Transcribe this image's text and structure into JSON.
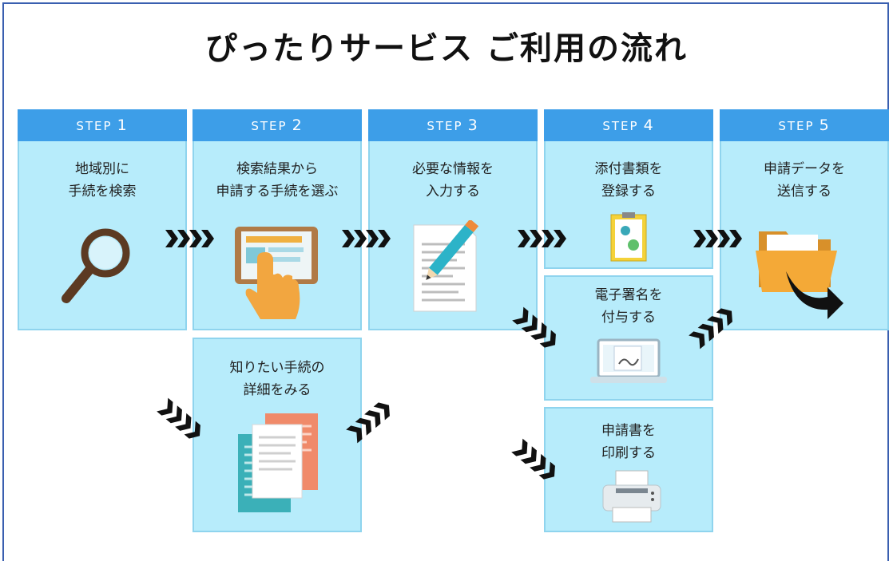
{
  "title": "ぴったりサービス ご利用の流れ",
  "step_prefix": "STEP",
  "steps": [
    {
      "num": "1",
      "line1": "地域別に",
      "line2": "手続を検索"
    },
    {
      "num": "2",
      "line1": "検索結果から",
      "line2": "申請する手続を選ぶ"
    },
    {
      "num": "3",
      "line1": "必要な情報を",
      "line2": "入力する"
    },
    {
      "num": "4",
      "line1": "添付書類を",
      "line2": "登録する"
    },
    {
      "num": "5",
      "line1": "申請データを",
      "line2": "送信する"
    }
  ],
  "extras": {
    "details": {
      "line1": "知りたい手続の",
      "line2": "詳細をみる"
    },
    "signature": {
      "line1": "電子署名を",
      "line2": "付与する"
    },
    "print": {
      "line1": "申請書を",
      "line2": "印刷する"
    }
  },
  "colors": {
    "card_bg": "#b7ecfb",
    "header_bg": "#3d9ee8",
    "border": "#3a5fb0"
  }
}
